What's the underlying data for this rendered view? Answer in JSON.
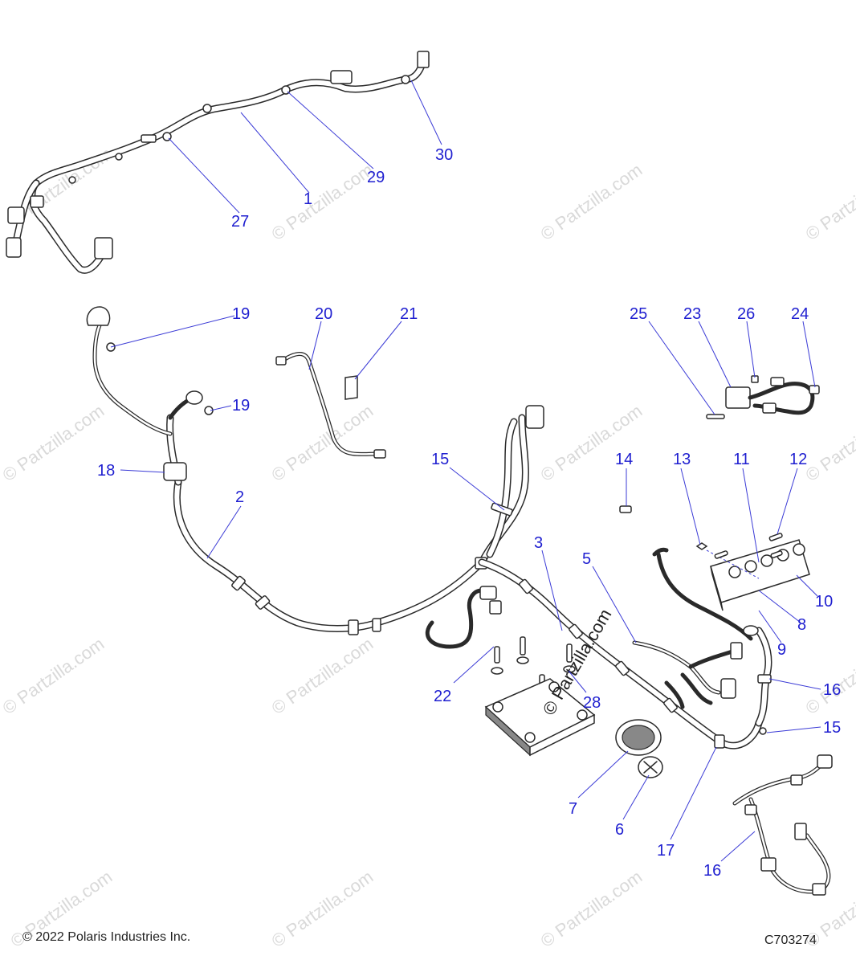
{
  "watermark_text": "© Partzilla.com",
  "center_watermark": "© Partzilla.com",
  "copyright": "© 2022 Polaris Industries Inc.",
  "drawing_number": "C703274",
  "callouts": [
    "1",
    "2",
    "3",
    "5",
    "6",
    "7",
    "8",
    "9",
    "10",
    "11",
    "12",
    "13",
    "14",
    "15",
    "15",
    "15",
    "16",
    "16",
    "17",
    "18",
    "19",
    "19",
    "20",
    "21",
    "22",
    "23",
    "24",
    "25",
    "26",
    "27",
    "28",
    "29",
    "30"
  ],
  "colors": {
    "callout": "#1f1fd0",
    "line": "#2a2a2a",
    "watermark": "#d9d9d9"
  }
}
